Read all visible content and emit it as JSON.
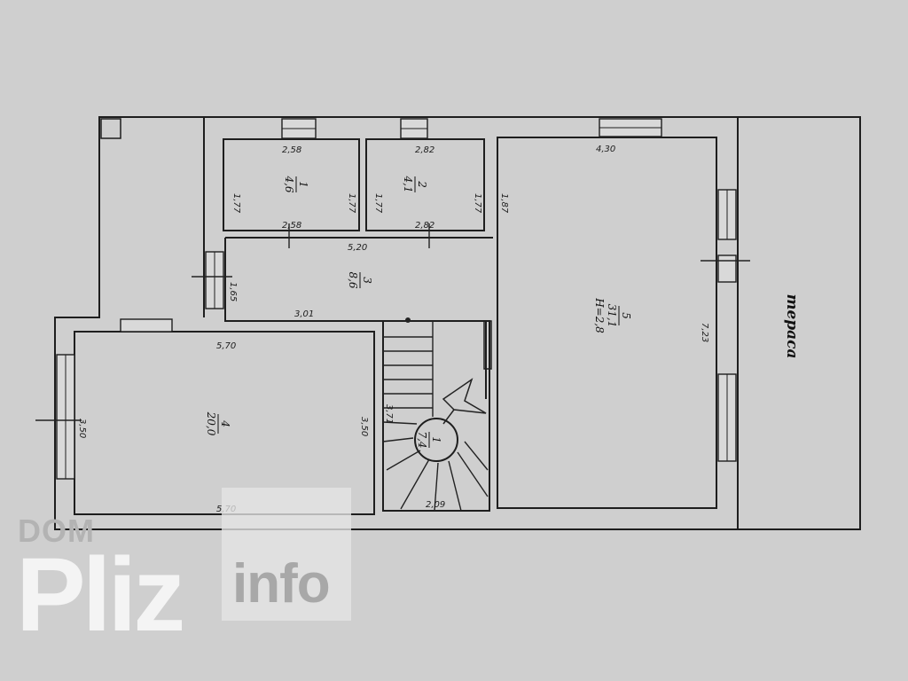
{
  "rooms": {
    "r1": {
      "num": "1",
      "area": "4,6"
    },
    "r2": {
      "num": "2",
      "area": "4,1"
    },
    "r3": {
      "num": "3",
      "area": "8,6"
    },
    "r4": {
      "num": "4",
      "area": "20,0"
    },
    "r5": {
      "num": "5",
      "area": "31,1",
      "height": "H=2,8"
    },
    "stair": {
      "num": "1",
      "area": "7,4"
    }
  },
  "dims": {
    "r1_top": "2,58",
    "r1_bottom": "2,58",
    "r1_left": "1,77",
    "r1_right": "1,77",
    "r2_top": "2,82",
    "r2_bottom": "2,82",
    "r2_left": "1,77",
    "r2_right": "1,77",
    "r5_top": "4,30",
    "r5_left": "1,87",
    "r5_right": "7,23",
    "r3_top": "5,20",
    "r3_left": "1,65",
    "r3_bottom": "3,01",
    "r4_top": "5,70",
    "r4_bottom": "5,70",
    "r4_left": "3,50",
    "r4_right": "3,50",
    "stair_side": "3,71",
    "stair_bottom": "2,09"
  },
  "terrace": "тераса",
  "watermark": {
    "dom": "DOM",
    "pliz": "Pliz",
    "info": "info"
  }
}
